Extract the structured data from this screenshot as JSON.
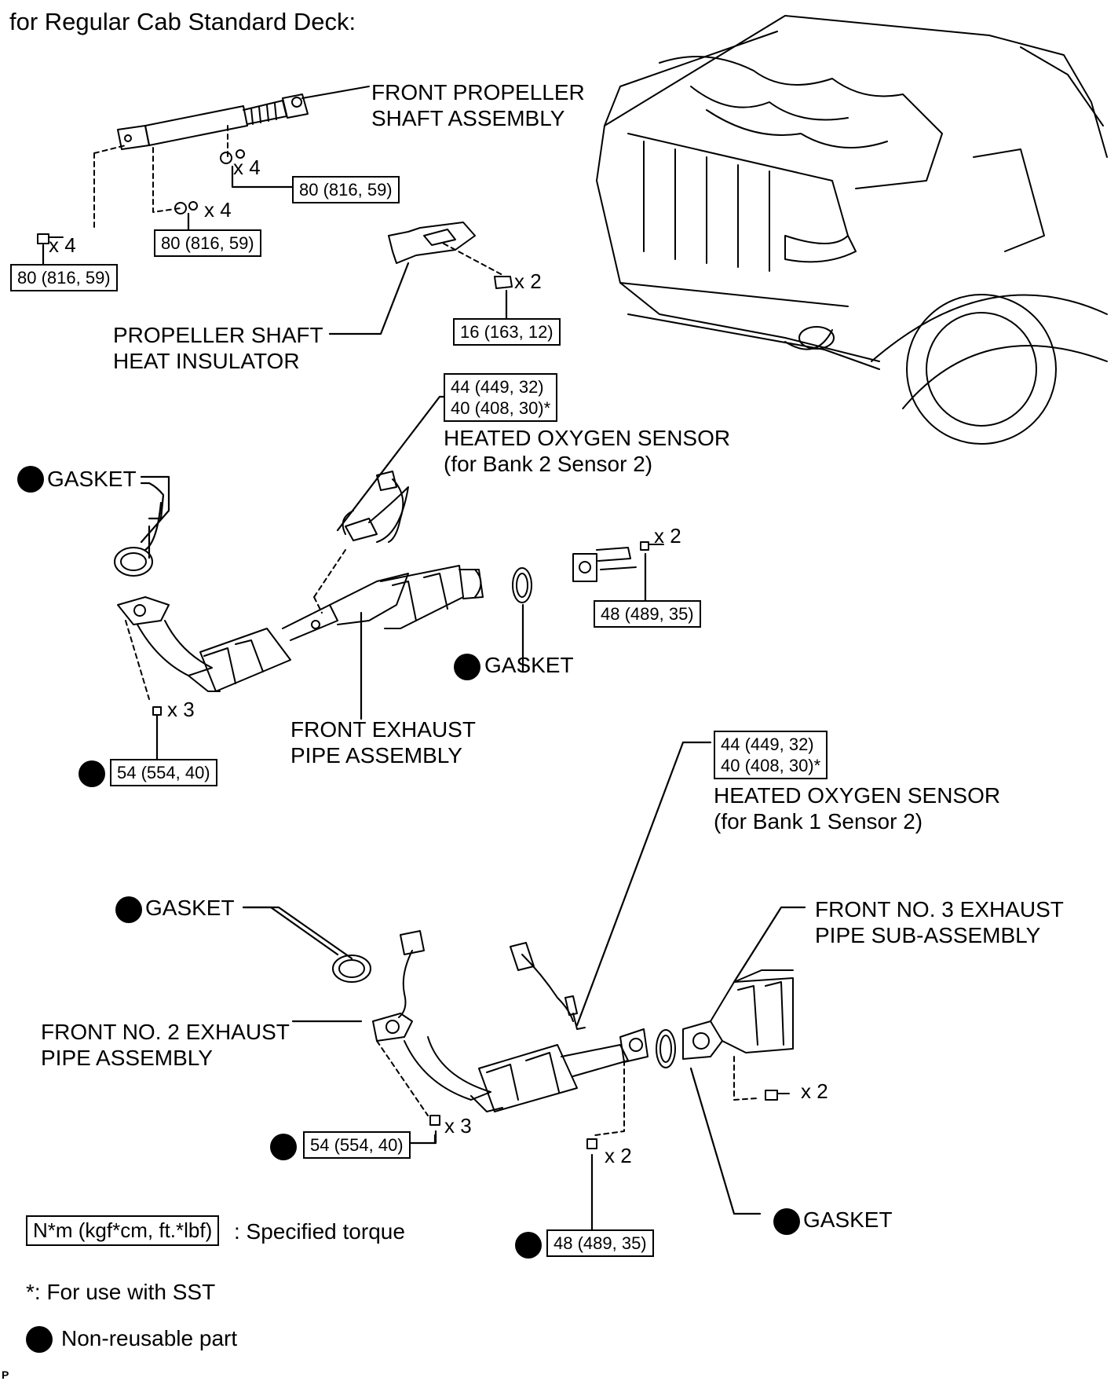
{
  "heading": "for Regular Cab Standard Deck:",
  "labels": {
    "front_propeller_shaft": [
      "FRONT PROPELLER",
      "SHAFT ASSEMBLY"
    ],
    "propeller_shaft_heat_insulator": [
      "PROPELLER SHAFT",
      "HEAT INSULATOR"
    ],
    "heated_oxygen_sensor_b2": [
      "HEATED OXYGEN SENSOR",
      "(for Bank 2 Sensor 2)"
    ],
    "heated_oxygen_sensor_b1": [
      "HEATED OXYGEN SENSOR",
      "(for Bank 1 Sensor 2)"
    ],
    "gasket": "GASKET",
    "front_exhaust_pipe": [
      "FRONT EXHAUST",
      "PIPE ASSEMBLY"
    ],
    "front_no3_exhaust_pipe": [
      "FRONT NO. 3 EXHAUST",
      "PIPE SUB-ASSEMBLY"
    ],
    "front_no2_exhaust_pipe": [
      "FRONT NO. 2 EXHAUST",
      "PIPE ASSEMBLY"
    ]
  },
  "quantities": {
    "x4": "x 4",
    "x2": "x 2",
    "x3": "x 3"
  },
  "torques": {
    "propeller_flange_upper": "80 (816, 59)",
    "propeller_flange_mid": "80 (816, 59)",
    "propeller_flange_lower": "80 (816, 59)",
    "heat_insulator_bolt": "16 (163, 12)",
    "oxygen_sensor_line1": "44 (449, 32)",
    "oxygen_sensor_line2": "40 (408, 30)*",
    "exhaust_flange_rear": "48 (489, 35)",
    "exhaust_manifold_nut": "54 (554, 40)"
  },
  "legend": {
    "torque_box": "N*m (kgf*cm, ft.*lbf)",
    "torque_desc": ": Specified torque",
    "sst_note": "*: For use with SST",
    "non_reusable": "Non-reusable part"
  },
  "figure_code": "P"
}
